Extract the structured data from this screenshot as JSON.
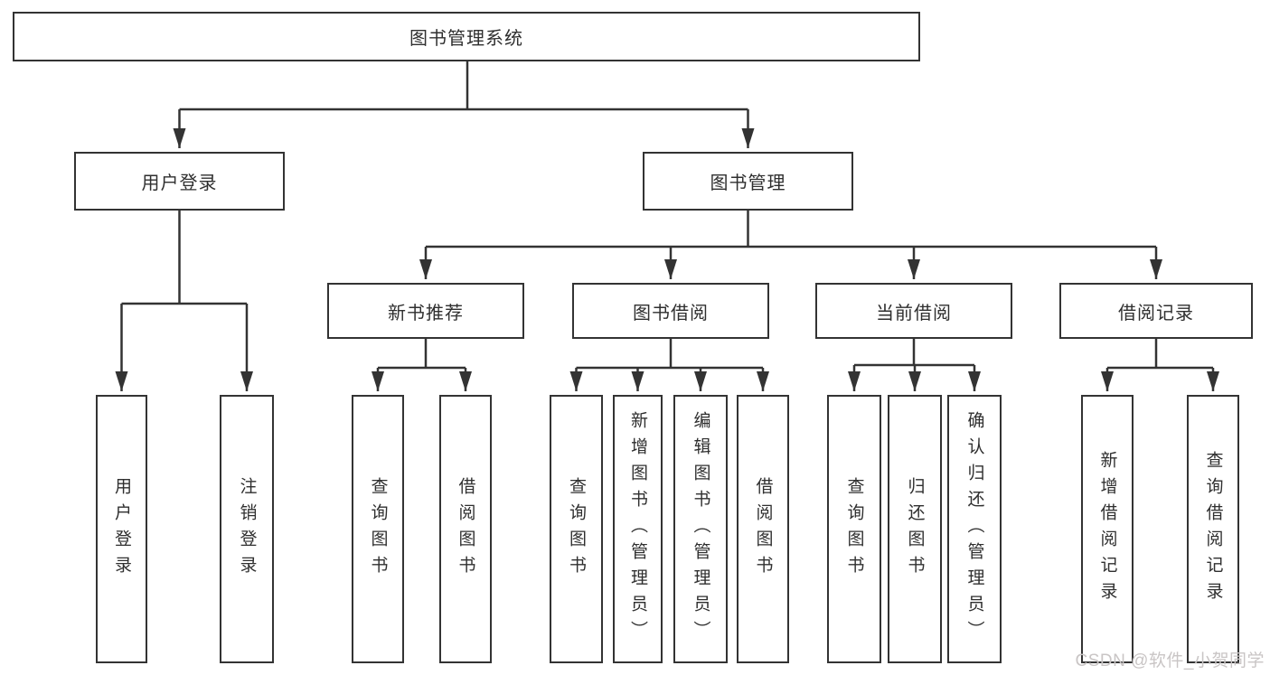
{
  "diagram": {
    "tree": {
      "label": "图书管理系统",
      "children": [
        {
          "label": "用户登录",
          "children": [
            {
              "label": "用户登录"
            },
            {
              "label": "注销登录"
            }
          ]
        },
        {
          "label": "图书管理",
          "children": [
            {
              "label": "新书推荐",
              "children": [
                {
                  "label": "查询图书"
                },
                {
                  "label": "借阅图书"
                }
              ]
            },
            {
              "label": "图书借阅",
              "children": [
                {
                  "label": "查询图书"
                },
                {
                  "label": "新增图书（管理员）"
                },
                {
                  "label": "编辑图书（管理员）"
                },
                {
                  "label": "借阅图书"
                }
              ]
            },
            {
              "label": "当前借阅",
              "children": [
                {
                  "label": "查询图书"
                },
                {
                  "label": "归还图书"
                },
                {
                  "label": "确认归还（管理员）"
                }
              ]
            },
            {
              "label": "借阅记录",
              "children": [
                {
                  "label": "新增借阅记录"
                },
                {
                  "label": "查询借阅记录"
                }
              ]
            }
          ]
        }
      ]
    },
    "watermark": "CSDN @软件_小贺同学",
    "colors": {
      "line": "#333333",
      "text": "#2f2f2f",
      "box_background": "#ffffff",
      "background": "#ffffff",
      "watermark": "#c9c5c5"
    }
  }
}
